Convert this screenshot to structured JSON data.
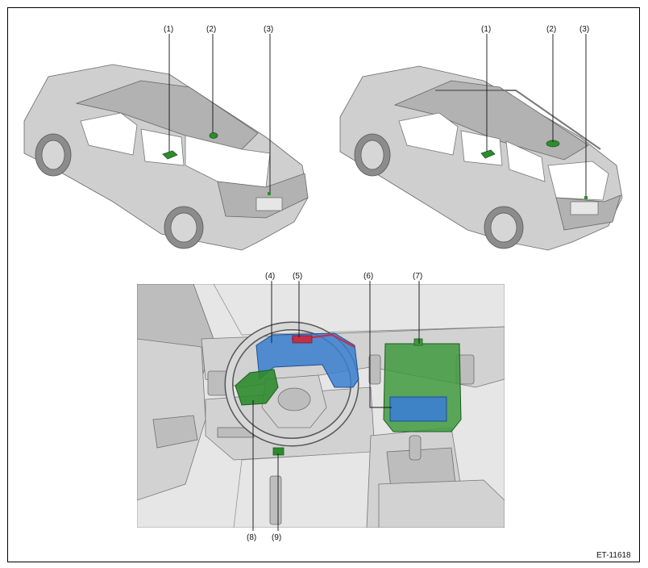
{
  "figure_code": "ET-11618",
  "top_left_vehicle": {
    "labels": [
      "(1)",
      "(2)",
      "(3)"
    ]
  },
  "top_right_vehicle": {
    "labels": [
      "(1)",
      "(2)",
      "(3)"
    ]
  },
  "interior": {
    "labels": [
      "(4)",
      "(5)",
      "(6)",
      "(7)",
      "(8)",
      "(9)"
    ]
  },
  "highlight_colors": {
    "green": "#2e8b2e",
    "blue": "#3a7fd0",
    "red": "#c0304a"
  }
}
